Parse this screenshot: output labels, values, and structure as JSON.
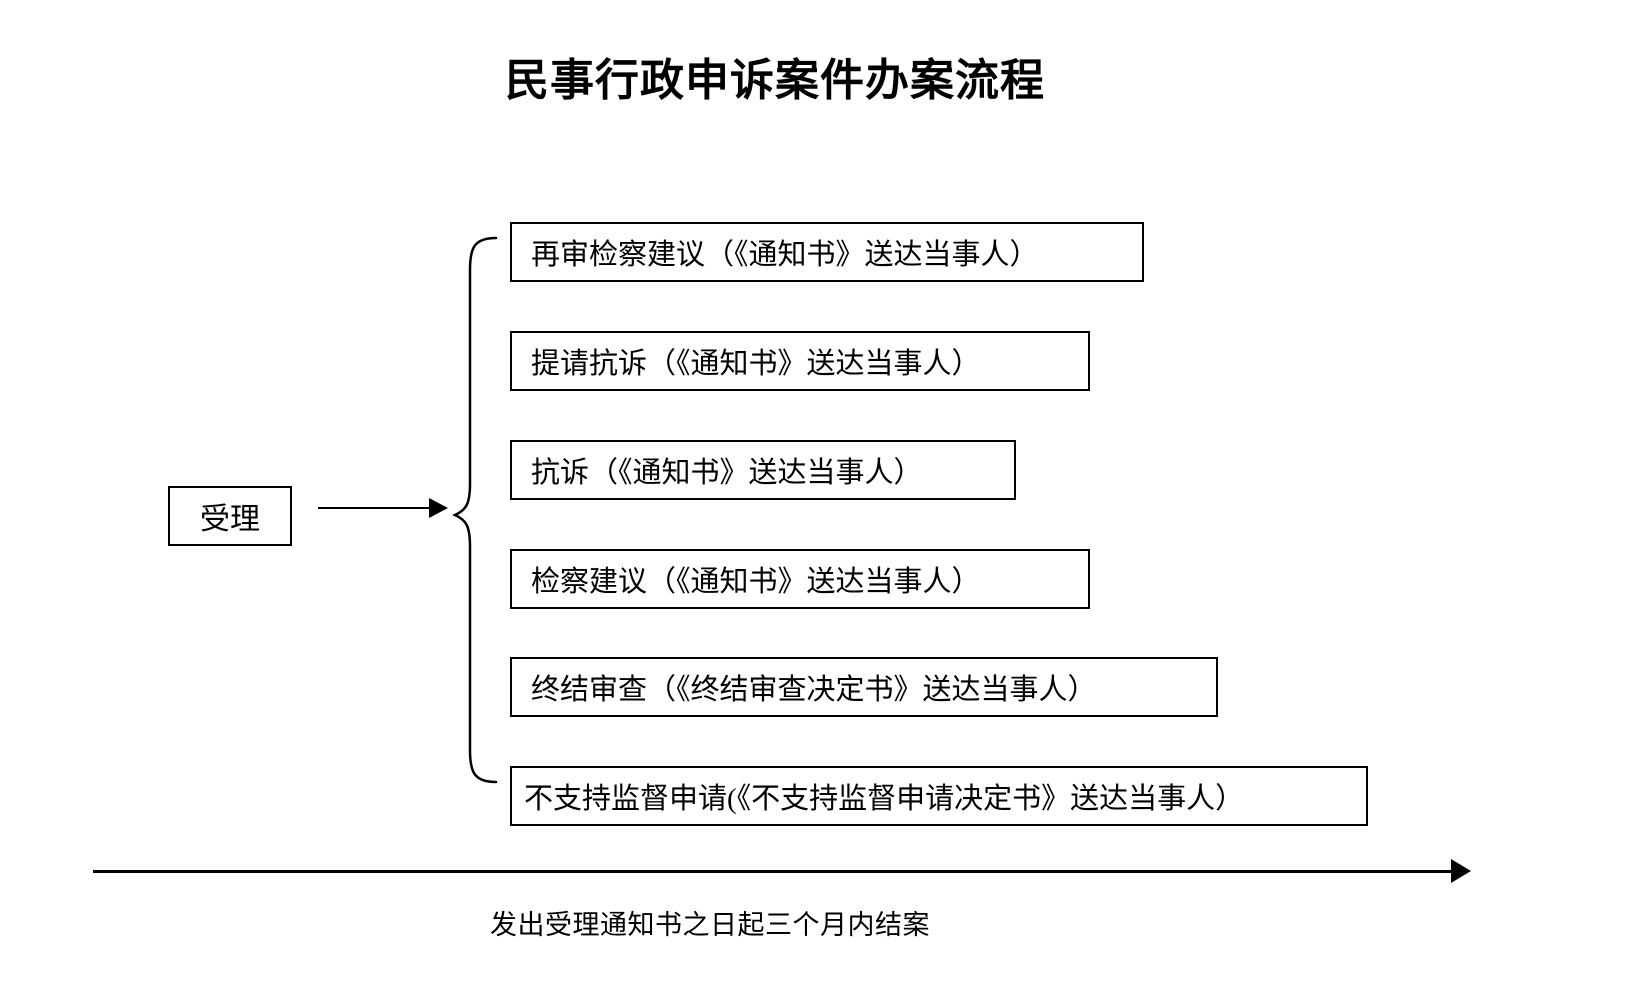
{
  "title": "民事行政申诉案件办案流程",
  "accept": {
    "label": "受理"
  },
  "outcomes": [
    {
      "id": "retrial-procuratorial-suggestion",
      "label": "再审检察建议（《通知书》送达当事人）"
    },
    {
      "id": "submit-protest",
      "label": "提请抗诉（《通知书》送达当事人）"
    },
    {
      "id": "protest",
      "label": "抗诉（《通知书》送达当事人）"
    },
    {
      "id": "procuratorial-suggestion",
      "label": "检察建议（《通知书》送达当事人）"
    },
    {
      "id": "terminate-review",
      "label": "终结审查（《终结审查决定书》送达当事人）"
    },
    {
      "id": "no-support-supervision-application",
      "label": "不支持监督申请(《不支持监督申请决定书》送达当事人）"
    }
  ],
  "timeline_note": "发出受理通知书之日起三个月内结案",
  "colors": {
    "ink": "#000000",
    "background": "#ffffff"
  }
}
